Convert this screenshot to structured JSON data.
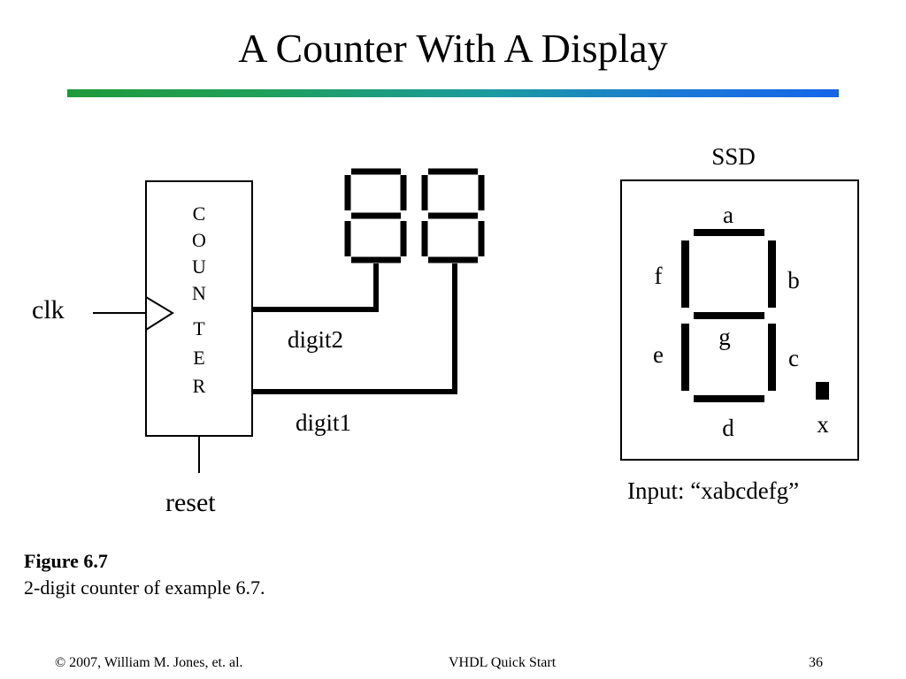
{
  "slide": {
    "title": "A Counter With A Display"
  },
  "diagram": {
    "counter_label_letters": [
      "C",
      "O",
      "U",
      "N",
      "T",
      "E",
      "R"
    ],
    "clk_label": "clk",
    "reset_label": "reset",
    "digit2_label": "digit2",
    "digit1_label": "digit1",
    "ssd": {
      "title": "SSD",
      "segments": {
        "a": "a",
        "b": "b",
        "c": "c",
        "d": "d",
        "e": "e",
        "f": "f",
        "g": "g",
        "x": "x"
      },
      "input_label": "Input: “xabcdefg”"
    }
  },
  "figure": {
    "label": "Figure 6.7",
    "caption": "2-digit counter of example 6.7."
  },
  "footer": {
    "copyright": "© 2007, William M. Jones, et. al.",
    "course": "VHDL Quick Start",
    "page_number": "36"
  }
}
